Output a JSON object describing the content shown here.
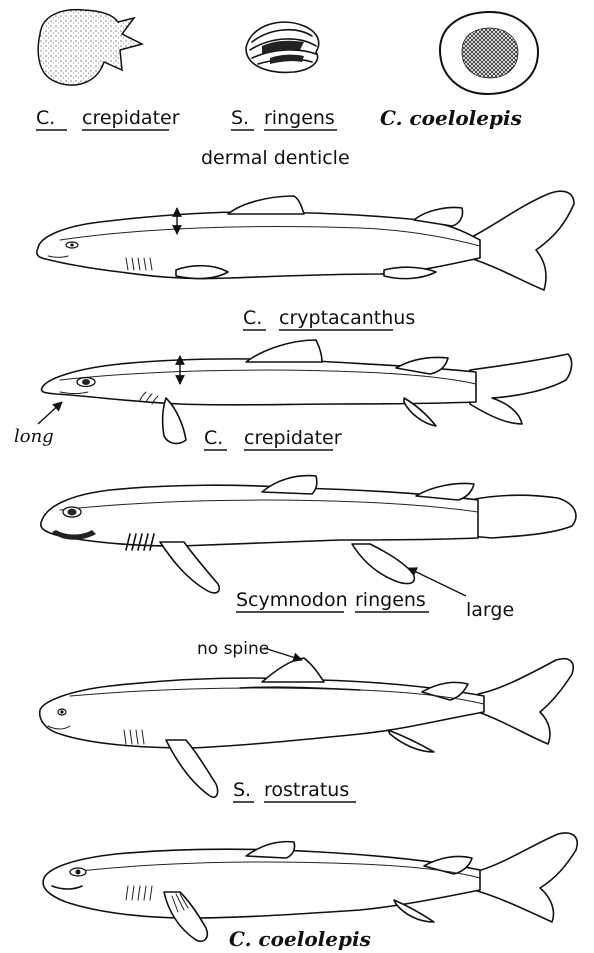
{
  "denticles": {
    "caption": "dermal denticle",
    "items": [
      {
        "genus": "C.",
        "species": "crepidater"
      },
      {
        "genus": "S.",
        "species": "ringens"
      },
      {
        "name": "C. coelolepis"
      }
    ]
  },
  "sharks": [
    {
      "genus": "C.",
      "species": "cryptacanthus"
    },
    {
      "genus": "C.",
      "species": "crepidater",
      "note": "long"
    },
    {
      "genus": "Scymnodon",
      "species": "ringens",
      "note": "large"
    },
    {
      "genus": "S.",
      "species": "rostratus",
      "note": "no spine"
    },
    {
      "name": "C. coelolepis"
    }
  ]
}
